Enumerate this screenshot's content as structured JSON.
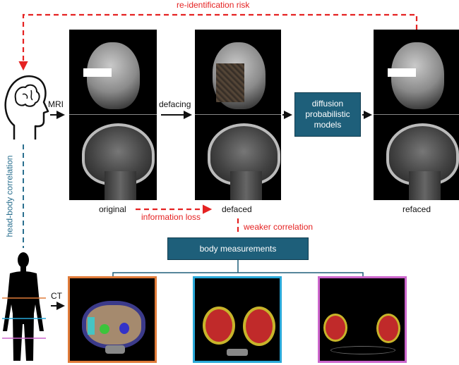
{
  "annotations": {
    "reidentification_risk": "re-identification risk",
    "information_loss": "information loss",
    "weaker_correlation": "weaker correlation",
    "head_body_correlation": "head-body correlation"
  },
  "modalities": {
    "mri": "MRI",
    "ct": "CT"
  },
  "steps": {
    "defacing": "defacing"
  },
  "panels": {
    "original": "original",
    "defaced": "defaced",
    "refaced": "refaced"
  },
  "boxes": {
    "diffusion": "diffusion probabilistic models",
    "body_measurements": "body measurements"
  },
  "colors": {
    "red": "#e52222",
    "teal": "#1e5f7a",
    "orange": "#e07b39",
    "cyan": "#29a8d8",
    "pink": "#cc66cc",
    "correlation_blue": "#2a6f8f"
  }
}
